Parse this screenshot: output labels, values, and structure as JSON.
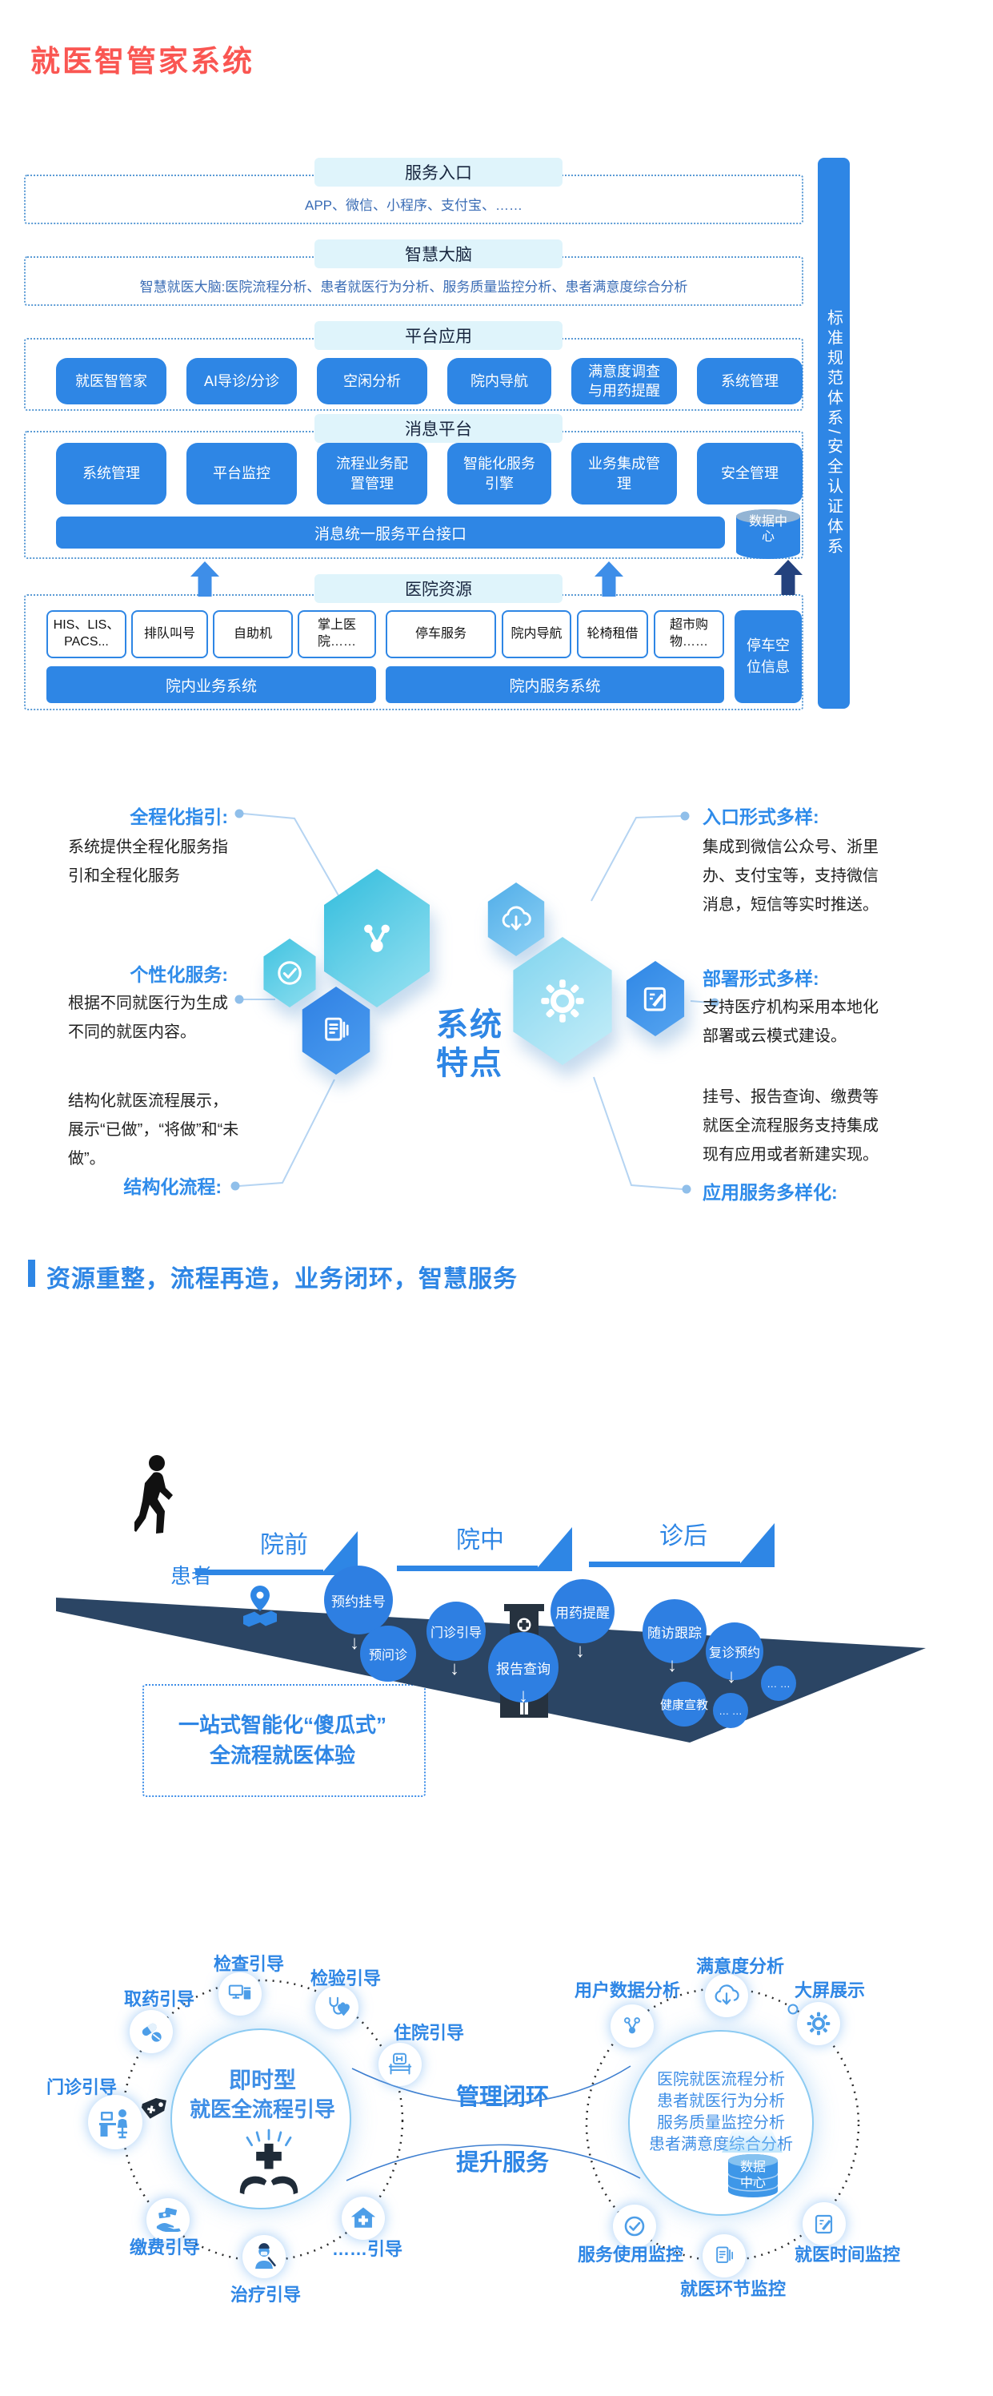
{
  "page": {
    "title": "就医智管家系统"
  },
  "arch": {
    "sidebar": "标准规范体系/安全认证体系",
    "entry_label": "服务入口",
    "entry_content": "APP、微信、小程序、支付宝、……",
    "brain_label": "智慧大脑",
    "brain_content": "智慧就医大脑:医院流程分析、患者就医行为分析、服务质量监控分析、患者满意度综合分析",
    "platform_label": "平台应用",
    "platform_apps": [
      "就医智管家",
      "AI导诊/分诊",
      "空闲分析",
      "院内导航",
      "满意度调查与用药提醒",
      "系统管理"
    ],
    "message_label": "消息平台",
    "message_modules": [
      "系统管理",
      "平台监控",
      "流程业务配置管理",
      "智能化服务引擎",
      "业务集成管理",
      "安全管理"
    ],
    "interface_bar": "消息统一服务平台接口",
    "data_center": "数据中心",
    "hospital_label": "医院资源",
    "hospital_business": [
      "HIS、LIS、PACS...",
      "排队叫号",
      "自助机",
      "掌上医院……"
    ],
    "hospital_service": [
      "停车服务",
      "院内导航",
      "轮椅租借",
      "超市购物……"
    ],
    "business_bar": "院内业务系统",
    "service_bar": "院内服务系统",
    "parking": "停车空位信息"
  },
  "features": {
    "center_top": "系统",
    "center_bottom": "特点",
    "left": [
      {
        "title": "全程化指引:",
        "desc": "系统提供全程化服务指引和全程化服务"
      },
      {
        "title": "个性化服务:",
        "desc": "根据不同就医行为生成不同的就医内容。"
      },
      {
        "title": "结构化流程:",
        "desc": "结构化就医流程展示，展示“已做”，“将做”和“未做”。"
      }
    ],
    "right": [
      {
        "title": "入口形式多样:",
        "desc": "集成到微信公众号、浙里办、支付宝等，支持微信消息，短信等实时推送。"
      },
      {
        "title": "部署形式多样:",
        "desc": "支持医疗机构采用本地化部署或云模式建设。"
      },
      {
        "title": "应用服务多样化:",
        "desc": "挂号、报告查询、缴费等就医全流程服务支持集成现有应用或者新建实现。"
      }
    ]
  },
  "banner": {
    "text": "资源重整，流程再造，业务闭环，智慧服务"
  },
  "journey": {
    "patient": "患者",
    "stages": [
      "院前",
      "院中",
      "诊后"
    ],
    "nodes": [
      "预约挂号",
      "预问诊",
      "门诊引导",
      "报告查询",
      "用药提醒",
      "随访跟踪",
      "复诊预约",
      "健康宣教",
      "… …",
      "… …"
    ],
    "box_line1": "一站式智能化“傻瓜式”",
    "box_line2": "全流程就医体验"
  },
  "loop": {
    "left_center_line1": "即时型",
    "left_center_line2": "就医全流程引导",
    "left_sats": [
      "检查引导",
      "检验引导",
      "住院引导",
      "取药引导",
      "门诊引导",
      "缴费引导",
      "治疗引导",
      "……引导"
    ],
    "mid_top": "管理闭环",
    "mid_bottom": "提升服务",
    "right_center_lines": [
      "医院就医流程分析",
      "患者就医行为分析",
      "服务质量监控分析",
      "患者满意度综合分析"
    ],
    "db_line1": "数据",
    "db_line2": "中心",
    "right_sats": [
      "用户数据分析",
      "满意度分析",
      "大屏展示",
      "服务使用监控",
      "就医环节监控",
      "就医时间监控"
    ]
  },
  "icons": {
    "down_arrow": "↓"
  },
  "colors": {
    "accent_red": "#FA5652",
    "accent_blue": "#2E86E5",
    "navy": "#2B4564"
  }
}
